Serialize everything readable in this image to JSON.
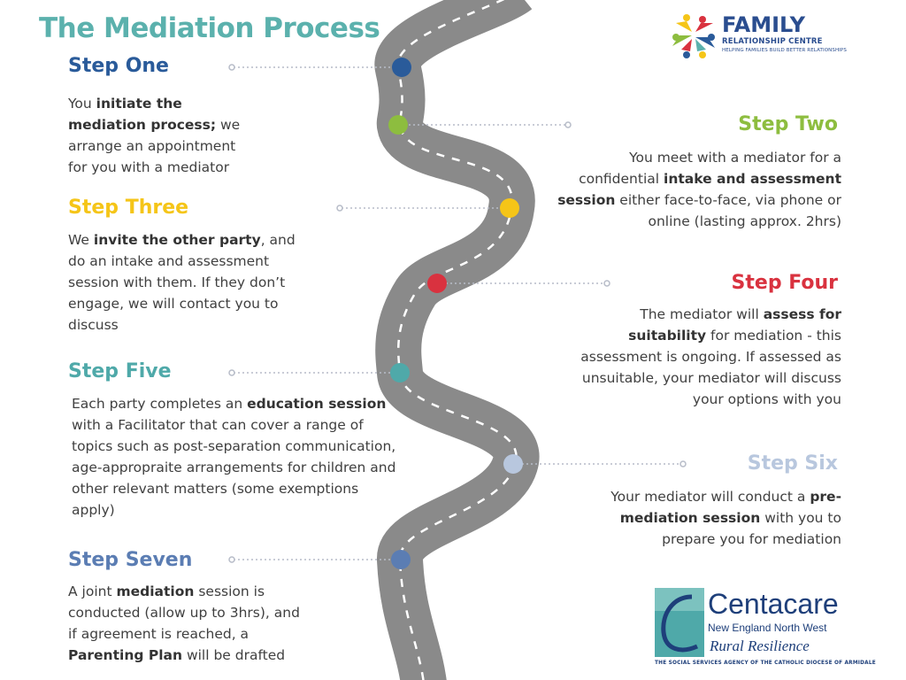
{
  "title": "The Mediation Process",
  "colors": {
    "title": "#5bb1ad",
    "road": "#8a8a8a",
    "step1": "#2a5b9a",
    "step2": "#8dbd3f",
    "step3": "#f5c518",
    "step4": "#d9323f",
    "step5": "#4fa9a9",
    "step6": "#b8c7de",
    "step7": "#5b7db3"
  },
  "steps": [
    {
      "heading": "Step One",
      "pre": "You ",
      "b1": "initiate the",
      "mid1": "",
      "b2": "mediation process;",
      "post": " we arrange an appointment for you with a mediator"
    },
    {
      "heading": "Step Two",
      "pre": "You meet with a mediator for a confidential ",
      "b1": "intake and assessment session",
      "post": " either face-to-face, via phone or online (lasting approx. 2hrs)"
    },
    {
      "heading": "Step Three",
      "pre": "We ",
      "b1": "invite the other party",
      "post": ", and do an intake and assessment session with them. If they don’t engage, we will contact you to discuss"
    },
    {
      "heading": "Step Four",
      "pre": "The mediator will ",
      "b1": "assess for suitability",
      "post": " for mediation - this assessment is ongoing. If assessed as unsuitable, your mediator will discuss your options with you"
    },
    {
      "heading": "Step Five",
      "pre": "Each party completes an ",
      "b1": "education session",
      "post": " with a Facilitator that can cover a range of topics such as post-separation communication, age-appropraite arrangements for children and other relevant matters (some exemptions apply)"
    },
    {
      "heading": "Step Six",
      "pre": "Your mediator will conduct a ",
      "b1": "pre-mediation session",
      "post": " with you to prepare you for mediation"
    },
    {
      "heading": "Step Seven",
      "pre": "A joint ",
      "b1": "mediation",
      "mid1": " session is conducted (allow up to 3hrs), and if agreement is reached, a ",
      "b2": "Parenting Plan",
      "post": " will be drafted"
    }
  ],
  "logo_frc": {
    "main": "FAMILY",
    "sub": "RELATIONSHIP CENTRE",
    "tag": "HELPING FAMILIES BUILD BETTER RELATIONSHIPS"
  },
  "logo_centacare": {
    "main": "Centacare",
    "sub": "New England North West",
    "rr": "Rural Resilience",
    "tag": "THE SOCIAL SERVICES AGENCY OF THE CATHOLIC DIOCESE OF ARMIDALE"
  }
}
